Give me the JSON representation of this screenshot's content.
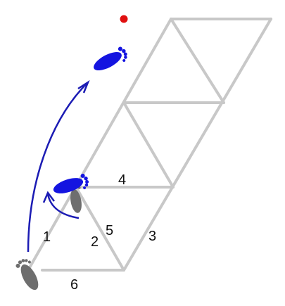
{
  "labels": {
    "one": "1",
    "two": "2",
    "three": "3",
    "four": "4",
    "five": "5",
    "six": "6"
  },
  "colors": {
    "grid": "#c8c8c8",
    "arc": "#1c1cb4",
    "foot_gray": "#6e6e6e",
    "foot_blue": "#1414e0",
    "target_dot": "#e01010"
  }
}
